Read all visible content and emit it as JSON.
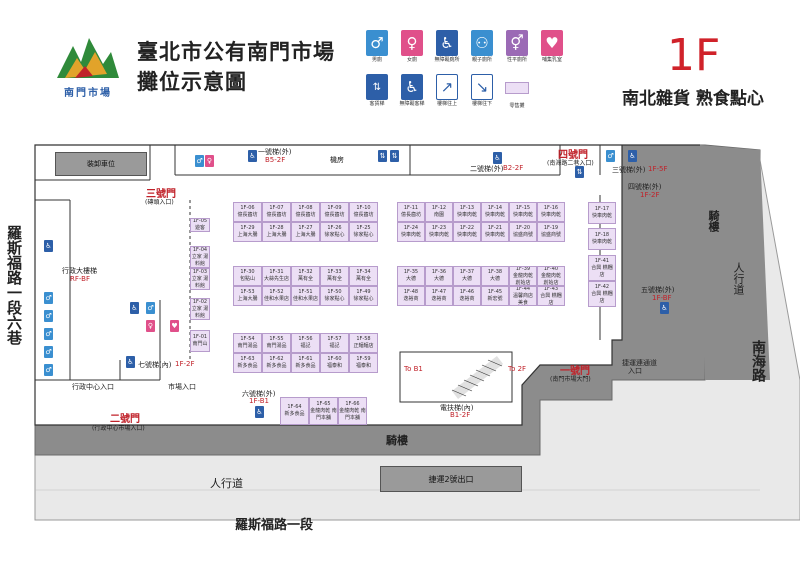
{
  "header": {
    "logo_text": "南門市場",
    "title_line1": "臺北市公有南門市場",
    "title_line2": "攤位示意圖",
    "floor": "1F",
    "floor_subtitle": "南北雜貨 熟食點心"
  },
  "legend": [
    {
      "icon": "male-toilet-icon",
      "label": "男廁",
      "color": "#3a8fd0"
    },
    {
      "icon": "female-toilet-icon",
      "label": "女廁",
      "color": "#e0508a"
    },
    {
      "icon": "accessible-toilet-icon",
      "label": "無障礙廁所",
      "color": "#2d5fa8"
    },
    {
      "icon": "family-toilet-icon",
      "label": "親子廁所",
      "color": "#3a8fd0"
    },
    {
      "icon": "gender-friendly-toilet-icon",
      "label": "性平廁所",
      "color": "#9b6ab5"
    },
    {
      "icon": "nursing-room-icon",
      "label": "哺集乳室",
      "color": "#e0508a"
    },
    {
      "icon": "passenger-elevator-icon",
      "label": "客貨梯",
      "color": "#2d5fa8"
    },
    {
      "icon": "accessible-elevator-icon",
      "label": "無障礙客梯",
      "color": "#2d5fa8"
    },
    {
      "icon": "escalator-up-icon",
      "label": "樓梯往上",
      "color": "#2d5fa8"
    },
    {
      "icon": "escalator-down-icon",
      "label": "樓梯往下",
      "color": "#2d5fa8"
    },
    {
      "icon": "vacancy-swatch",
      "label": "零售攤",
      "color": "#ecdff5"
    }
  ],
  "rooms": {
    "loading": "裝卸車位",
    "machine": "機房",
    "transit_exit": "捷運2號出口"
  },
  "gates": {
    "gate1": "一號門",
    "gate1_sub": "(南門市場大門)",
    "gate2": "二號門",
    "gate2_sub": "(行政中心市場入口)",
    "gate3": "三號門",
    "gate3_sub": "(磚頭入口)",
    "gate4": "四號門",
    "gate4_sub": "(南海路二巷入口)"
  },
  "elevators": {
    "e1": "一號梯(外)",
    "e1_floors": "B5-2F",
    "e2": "二號梯(外)",
    "e2_floors": "B2-2F",
    "e3": "三號梯(外)",
    "e3_floors": "1F-5F",
    "e4": "四號梯(外)",
    "e4_floors": "1F-2F",
    "e5": "五號梯(外)",
    "e5_floors": "1F-BF",
    "e6": "六號梯(外)",
    "e6_floors": "1F-B1",
    "e7": "七號梯(內)",
    "e7_floors": "1F-2F",
    "admin": "行政大樓梯",
    "admin_floors": "RF-BF",
    "escalator": "電扶梯(內)",
    "escalator_floors": "B1-2F",
    "to_b1": "To B1",
    "to_2f": "To 2F",
    "transit_passage": "捷運連通道",
    "transit_passage_floors": "入口"
  },
  "labels": {
    "admin_entrance": "行政中心入口",
    "market_entrance": "市場入口"
  },
  "streets": {
    "arcade_south": "騎樓",
    "arcade_east": "騎樓",
    "sidewalk_south": "人行道",
    "sidewalk_east": "人行道",
    "road_south": "羅斯福路一段",
    "road_east": "南海路",
    "alley_west": "羅斯福路一段六巷"
  },
  "stalls": [
    {
      "id": "1F-06",
      "name": "億長齒坊"
    },
    {
      "id": "1F-07",
      "name": "億長齒坊"
    },
    {
      "id": "1F-08",
      "name": "億長齒坊"
    },
    {
      "id": "1F-09",
      "name": "億長齒坊"
    },
    {
      "id": "1F-10",
      "name": "億長齒坊"
    },
    {
      "id": "1F-29",
      "name": "上海大腸"
    },
    {
      "id": "1F-28",
      "name": "上海大腸"
    },
    {
      "id": "1F-27",
      "name": "上海大腸"
    },
    {
      "id": "1F-26",
      "name": "徐家點心"
    },
    {
      "id": "1F-25",
      "name": "徐家點心"
    },
    {
      "id": "1F-30",
      "name": "包點山"
    },
    {
      "id": "1F-31",
      "name": "大蒜先生店"
    },
    {
      "id": "1F-32",
      "name": "萬有全"
    },
    {
      "id": "1F-33",
      "name": "萬有全"
    },
    {
      "id": "1F-34",
      "name": "萬有全"
    },
    {
      "id": "1F-53",
      "name": "上海大腸"
    },
    {
      "id": "1F-52",
      "name": "佳和水果店"
    },
    {
      "id": "1F-51",
      "name": "佳和水果店"
    },
    {
      "id": "1F-50",
      "name": "徐家點心"
    },
    {
      "id": "1F-49",
      "name": "徐家點心"
    },
    {
      "id": "1F-54",
      "name": "南門湯品"
    },
    {
      "id": "1F-55",
      "name": "南門湯品"
    },
    {
      "id": "1F-56",
      "name": "福記"
    },
    {
      "id": "1F-57",
      "name": "福記"
    },
    {
      "id": "1F-58",
      "name": "正麵麵店"
    },
    {
      "id": "1F-63",
      "name": "新多食品"
    },
    {
      "id": "1F-62",
      "name": "新多食品"
    },
    {
      "id": "1F-61",
      "name": "新多食品"
    },
    {
      "id": "1F-60",
      "name": "福泰和"
    },
    {
      "id": "1F-59",
      "name": "福泰和"
    },
    {
      "id": "1F-64",
      "name": "新多食品"
    },
    {
      "id": "1F-65",
      "name": "金龍肉乾 南門本舖"
    },
    {
      "id": "1F-66",
      "name": "金龍肉乾 南門本舖"
    },
    {
      "id": "1F-11",
      "name": "億長齒坊"
    },
    {
      "id": "1F-12",
      "name": "南園"
    },
    {
      "id": "1F-13",
      "name": "快車肉乾"
    },
    {
      "id": "1F-14",
      "name": "快車肉乾"
    },
    {
      "id": "1F-15",
      "name": "快車肉乾"
    },
    {
      "id": "1F-16",
      "name": "快車肉乾"
    },
    {
      "id": "1F-24",
      "name": "快車肉乾"
    },
    {
      "id": "1F-23",
      "name": "快車肉乾"
    },
    {
      "id": "1F-22",
      "name": "快車肉乾"
    },
    {
      "id": "1F-21",
      "name": "快車肉乾"
    },
    {
      "id": "1F-20",
      "name": "協盛商號"
    },
    {
      "id": "1F-19",
      "name": "協盛商號"
    },
    {
      "id": "1F-35",
      "name": "大德"
    },
    {
      "id": "1F-36",
      "name": "大德"
    },
    {
      "id": "1F-37",
      "name": "大德"
    },
    {
      "id": "1F-38",
      "name": "大德"
    },
    {
      "id": "1F-39",
      "name": "金龍肉乾 創始店"
    },
    {
      "id": "1F-40",
      "name": "金龍肉乾 創始店"
    },
    {
      "id": "1F-48",
      "name": "逸裕商"
    },
    {
      "id": "1F-47",
      "name": "逸裕商"
    },
    {
      "id": "1F-46",
      "name": "逸裕商"
    },
    {
      "id": "1F-45",
      "name": "新宏號"
    },
    {
      "id": "1F-44",
      "name": "溫馨商店 美食"
    },
    {
      "id": "1F-43",
      "name": "合興 糕糰店"
    },
    {
      "id": "1F-17",
      "name": "快車肉乾"
    },
    {
      "id": "1F-18",
      "name": "快車肉乾"
    },
    {
      "id": "1F-41",
      "name": "合興 糕糰店"
    },
    {
      "id": "1F-42",
      "name": "合興 糕糰店"
    },
    {
      "id": "1F-05",
      "name": "遊客"
    },
    {
      "id": "1F-04",
      "name": "立家 湯料館"
    },
    {
      "id": "1F-03",
      "name": "立家 湯料館"
    },
    {
      "id": "1F-02",
      "name": "立家 湯料館"
    },
    {
      "id": "1F-01",
      "name": "南門山"
    }
  ]
}
